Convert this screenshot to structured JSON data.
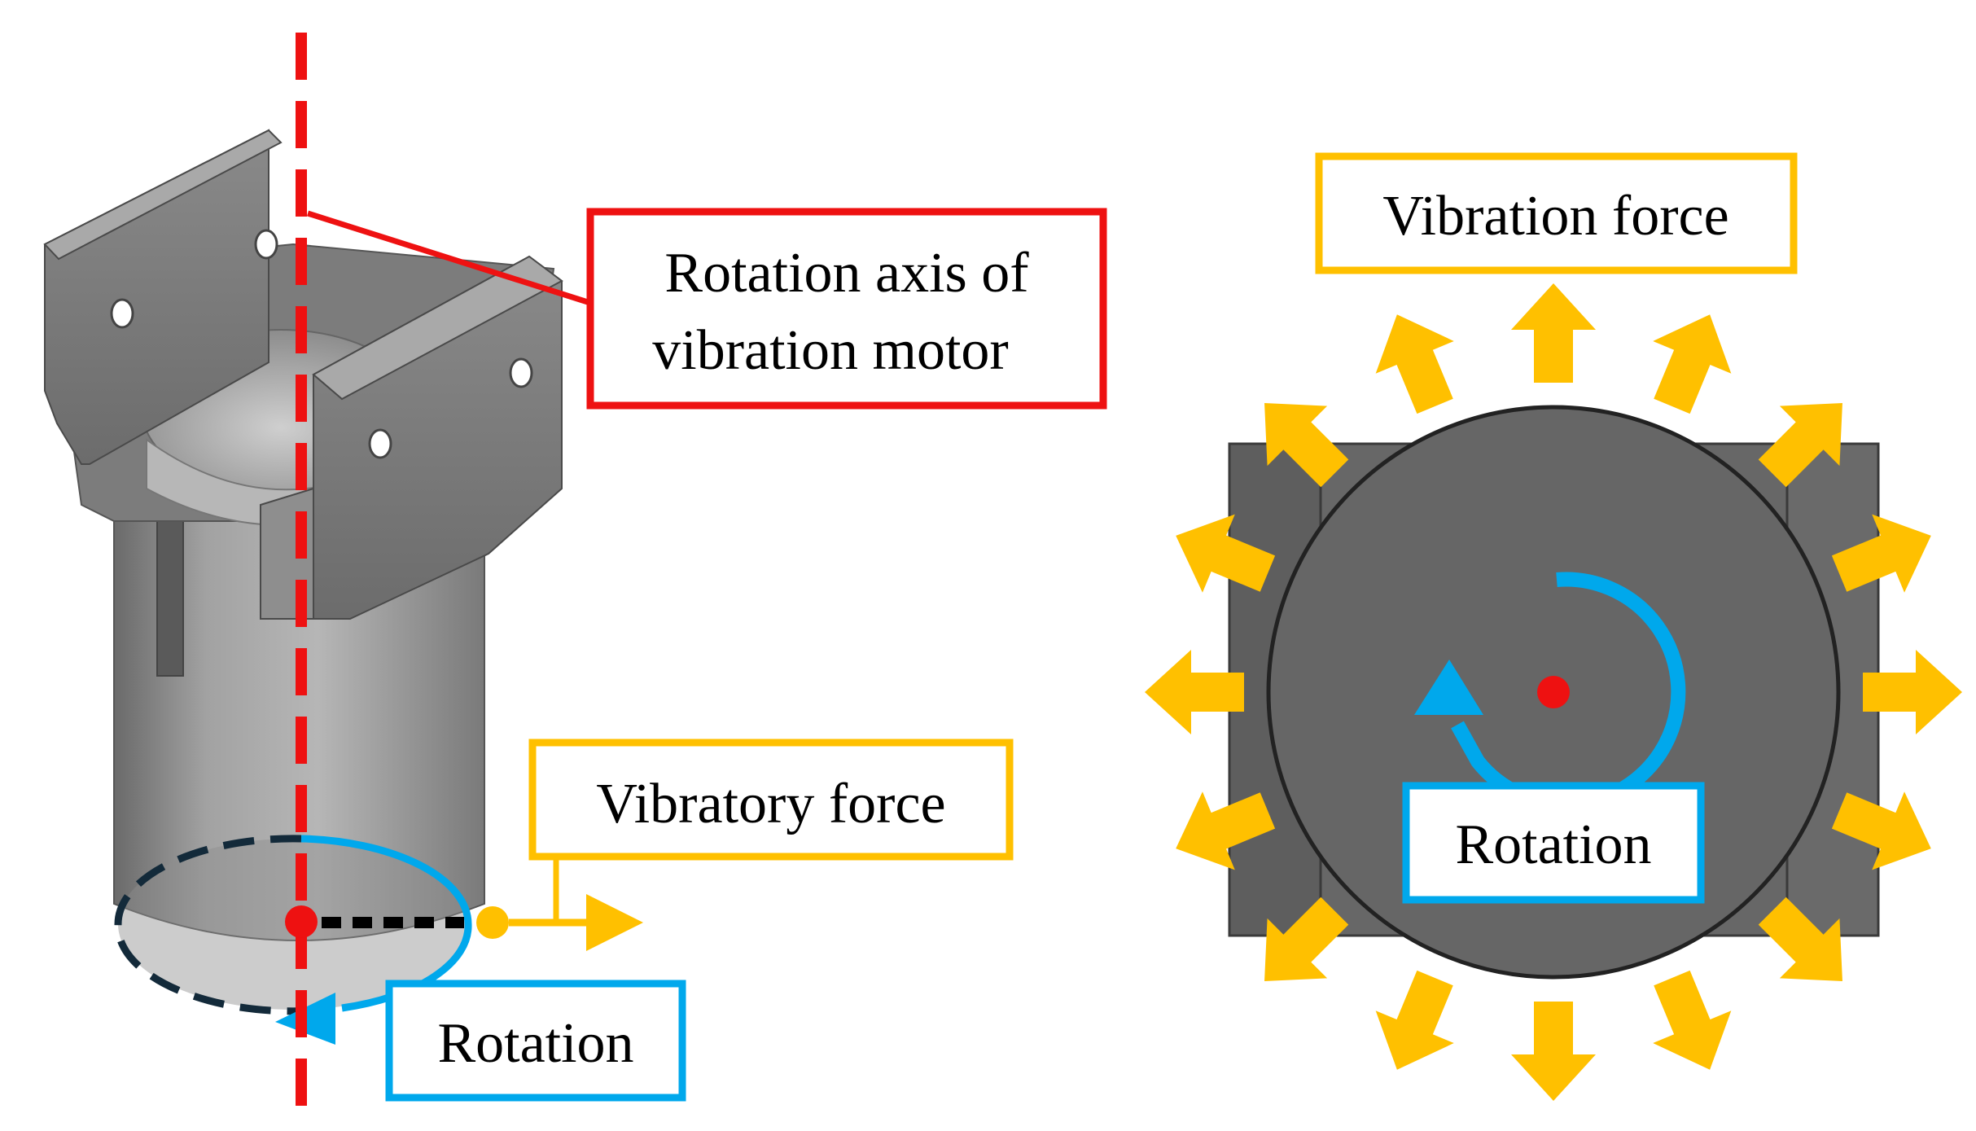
{
  "labels": {
    "axis_line1": "Rotation axis of",
    "axis_line2": "vibration motor",
    "vibratory_force": "Vibratory force",
    "rotation_left": "Rotation",
    "vibration_force": "Vibration force",
    "rotation_right": "Rotation"
  },
  "colors": {
    "axis_red": "#ee1111",
    "force_yellow": "#ffc000",
    "rotation_blue": "#00a8ec",
    "body_gray": "#666666",
    "dashed_navy": "#132a3a"
  },
  "right_view": {
    "force_arrow_count": 16
  }
}
